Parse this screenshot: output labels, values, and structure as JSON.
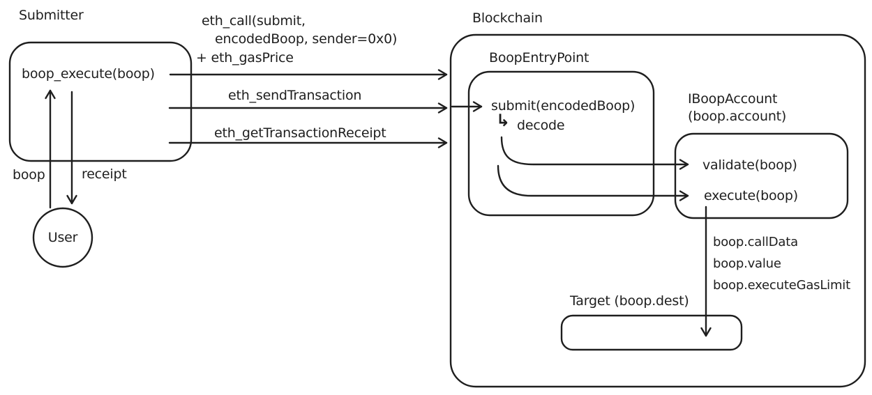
{
  "colors": {
    "stroke": "#1e1e1e",
    "background": "#ffffff"
  },
  "submitter": {
    "title": "Submitter",
    "method": "boop_execute(boop)"
  },
  "user": {
    "label": "User",
    "boop_arrow_label": "boop",
    "receipt_arrow_label": "receipt"
  },
  "rpc": {
    "eth_call_line1": "eth_call(submit,",
    "eth_call_line2": "encodedBoop, sender=0x0)",
    "eth_call_line3": "+ eth_gasPrice",
    "send_transaction": "eth_sendTransaction",
    "get_transaction_receipt": "eth_getTransactionReceipt"
  },
  "blockchain": {
    "title": "Blockchain",
    "entry_point": {
      "title": "BoopEntryPoint",
      "submit": "submit(encodedBoop)",
      "decode_icon": "↳",
      "decode": "decode"
    },
    "account": {
      "title": "IBoopAccount",
      "subtitle": "(boop.account)",
      "validate": "validate(boop)",
      "execute": "execute(boop)"
    },
    "execute_args": [
      "boop.callData",
      "boop.value",
      "boop.executeGasLimit"
    ],
    "target": {
      "title": "Target (boop.dest)"
    }
  }
}
